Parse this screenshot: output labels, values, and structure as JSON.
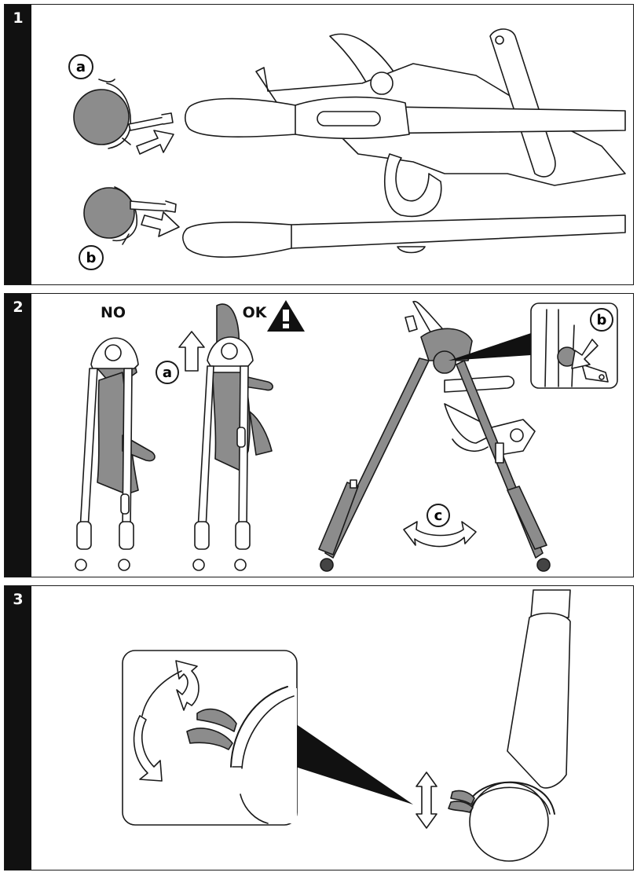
{
  "colors": {
    "ink": "#1a1a1a",
    "part_gray": "#8c8c8c",
    "tube_light": "#ffffff",
    "strip": "#111111"
  },
  "steps": [
    {
      "number": "1",
      "callouts": [
        "a",
        "b"
      ]
    },
    {
      "number": "2",
      "labels": {
        "no": "NO",
        "ok": "OK"
      },
      "callouts": [
        "a",
        "b",
        "c"
      ],
      "warning_icon": "warning-triangle-icon"
    },
    {
      "number": "3"
    }
  ]
}
